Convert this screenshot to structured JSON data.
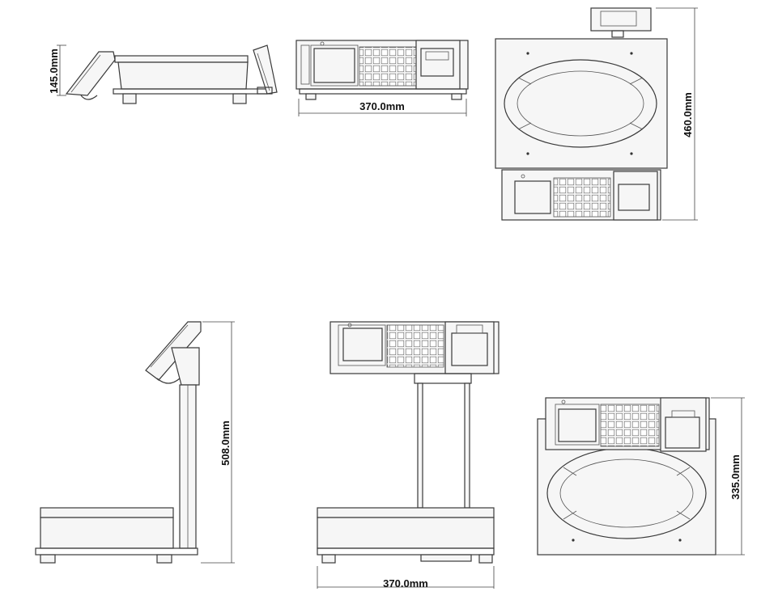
{
  "dimensions": {
    "top_side_height": "145.0mm",
    "top_front_width": "370.0mm",
    "top_plan_depth": "460.0mm",
    "pole_side_height": "508.0mm",
    "pole_front_width": "370.0mm",
    "pole_plan_depth": "335.0mm"
  }
}
